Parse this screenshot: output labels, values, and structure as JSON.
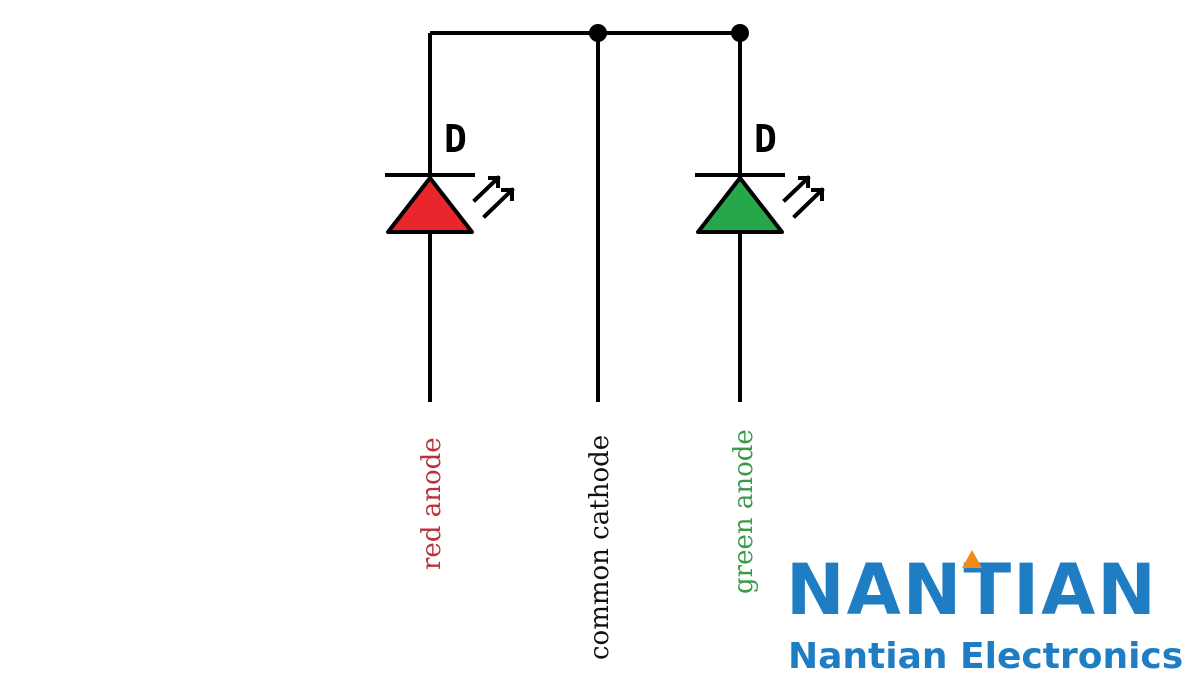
{
  "diagram": {
    "left_led": {
      "ref": "D",
      "pin_label": "red anode",
      "fill_color": "#e8262b",
      "label_color": "#b8333a"
    },
    "center": {
      "pin_label": "common cathode",
      "label_color": "#111111"
    },
    "right_led": {
      "ref": "D",
      "pin_label": "green anode",
      "fill_color": "#26a84a",
      "label_color": "#3a9a48"
    },
    "line_color": "#000000"
  },
  "brand": {
    "logo_text": "NANTIAN",
    "tagline": "Nantian Electronics",
    "primary_color": "#1f7dc4",
    "accent_color": "#f08a1c"
  }
}
